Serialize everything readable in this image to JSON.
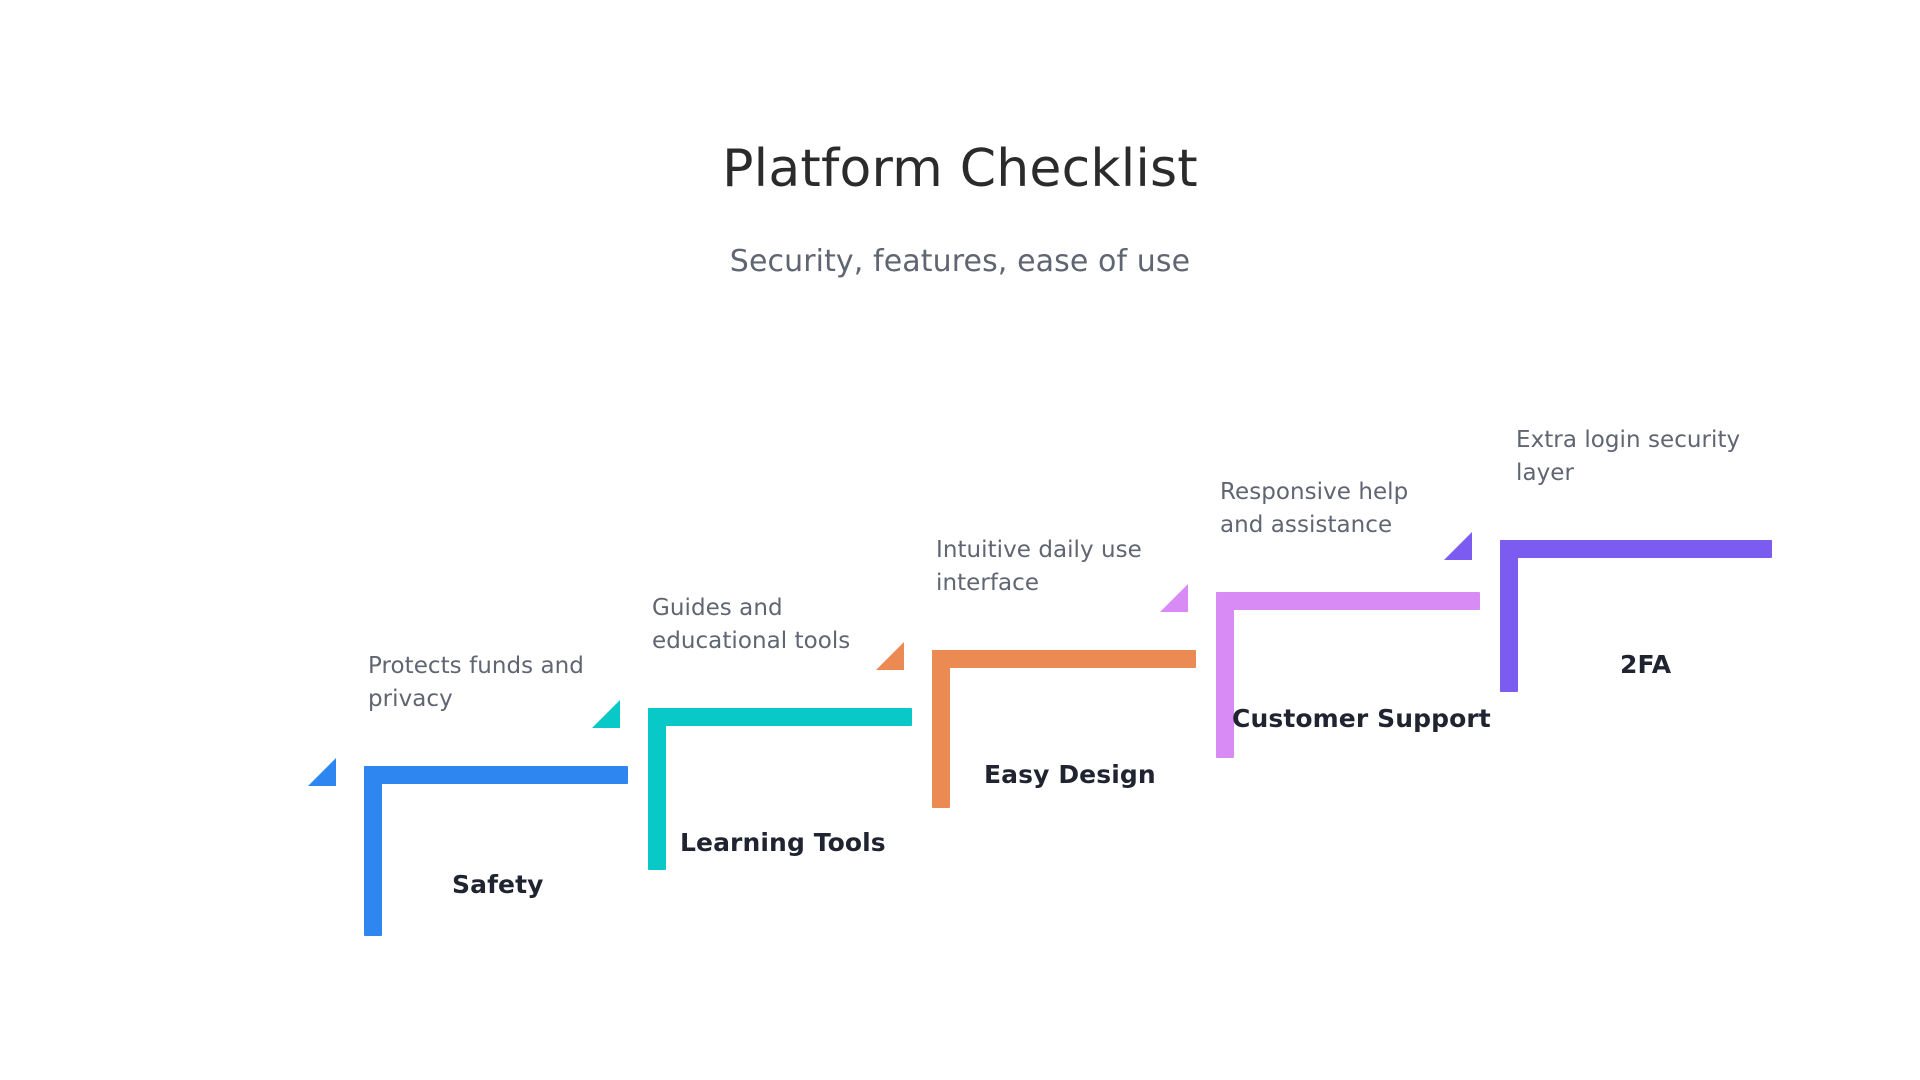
{
  "header": {
    "title": "Platform Checklist",
    "subtitle": "Security, features, ease of use"
  },
  "colors": {
    "background": "#ffffff",
    "title_text": "#2b2b2b",
    "subtitle_text": "#5f6672",
    "label_text": "#1f2430",
    "desc_text": "#5f6672"
  },
  "chart_data": {
    "type": "diagram",
    "subtype": "ascending-staircase-list",
    "title": "Platform Checklist",
    "subtitle": "Security, features, ease of use",
    "step_count": 5,
    "direction": "ascending left-to-right",
    "categories": [
      "Safety",
      "Learning Tools",
      "Easy Design",
      "Customer Support",
      "2FA"
    ],
    "values": [
      1,
      2,
      3,
      4,
      5
    ],
    "steps": [
      {
        "index": 1,
        "label": "Safety",
        "description": "Protects funds and privacy",
        "color": "#2e86f0"
      },
      {
        "index": 2,
        "label": "Learning Tools",
        "description": "Guides and educational tools",
        "color": "#09c8c8"
      },
      {
        "index": 3,
        "label": "Easy Design",
        "description": "Intuitive daily use interface",
        "color": "#eb8a52"
      },
      {
        "index": 4,
        "label": "Customer Support",
        "description": "Responsive help and assistance",
        "color": "#d98bf5"
      },
      {
        "index": 5,
        "label": "2FA",
        "description": "Extra login security layer",
        "color": "#7c5cf0"
      }
    ]
  }
}
